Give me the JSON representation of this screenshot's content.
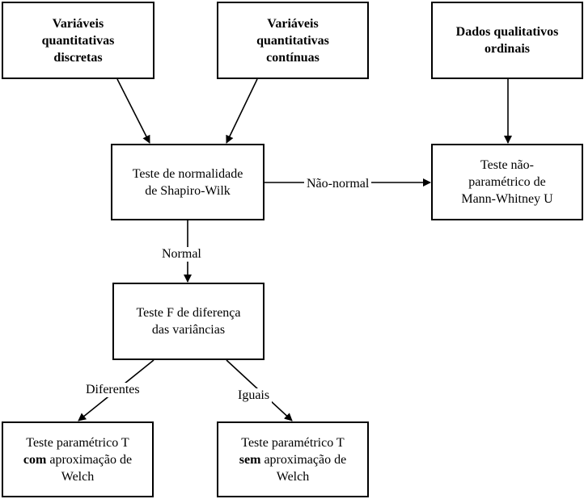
{
  "nodes": {
    "discretas": {
      "lines": [
        "Variáveis",
        "quantitativas",
        "discretas"
      ]
    },
    "continuas": {
      "lines": [
        "Variáveis",
        "quantitativas",
        "contínuas"
      ]
    },
    "ordinais": {
      "lines": [
        "Dados qualitativos",
        "ordinais"
      ]
    },
    "shapiro": {
      "lines": [
        "Teste de normalidade",
        "de Shapiro-Wilk"
      ]
    },
    "mann": {
      "lines": [
        "Teste não-",
        "paramétrico de",
        "Mann-Whitney U"
      ]
    },
    "ftest": {
      "lines": [
        "Teste F de diferença",
        "das variâncias"
      ]
    },
    "welch_com": {
      "line1": "Teste paramétrico T",
      "line2_bold": "com",
      "line2_rest": " aproximação de",
      "line3": "Welch"
    },
    "welch_sem": {
      "line1": "Teste paramétrico T",
      "line2_bold": "sem",
      "line2_rest": " aproximação de",
      "line3": "Welch"
    }
  },
  "edges": {
    "nao_normal": "Não-normal",
    "normal": "Normal",
    "diferentes": "Diferentes",
    "iguais": "Iguais"
  }
}
